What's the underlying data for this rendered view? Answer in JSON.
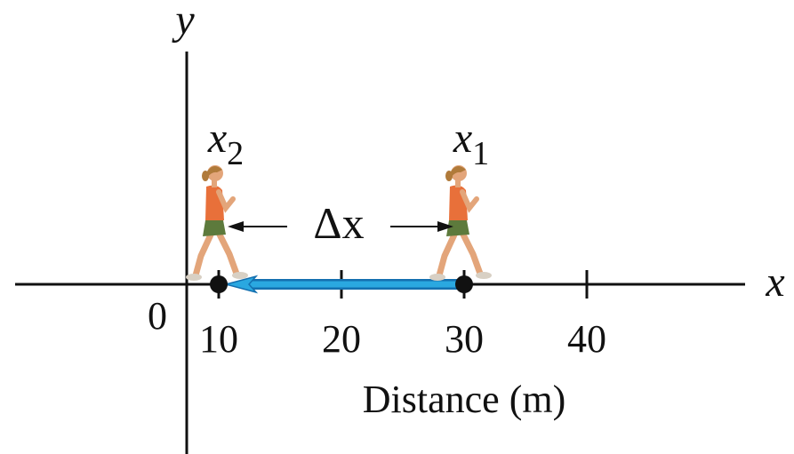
{
  "axes": {
    "x_label": "x",
    "y_label": "y",
    "origin_label": "0",
    "xlabel": "Distance (m)"
  },
  "ticks": [
    {
      "value": 10,
      "label": "10"
    },
    {
      "value": 20,
      "label": "20"
    },
    {
      "value": 30,
      "label": "30"
    },
    {
      "value": 40,
      "label": "40"
    }
  ],
  "positions": {
    "x1": {
      "symbol": "x",
      "subscript": "1",
      "value": 30
    },
    "x2": {
      "symbol": "x",
      "subscript": "2",
      "value": 10
    }
  },
  "displacement": {
    "label": "Δx",
    "from": 30,
    "to": 10
  },
  "colors": {
    "axis": "#111111",
    "arrow_fill": "#2aa8e0",
    "arrow_edge": "#1470b0",
    "skin": "#e3a57a",
    "shirt": "#e8703a",
    "shorts": "#5d7a3c",
    "hair": "#b07a3a",
    "shoe": "#d8d0c4"
  }
}
